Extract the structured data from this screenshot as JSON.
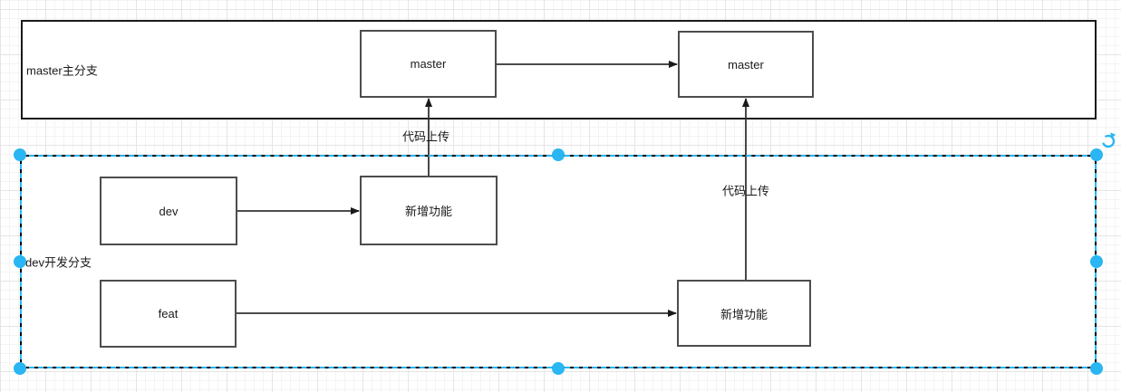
{
  "canvas": {
    "background": "#ffffff",
    "grid_minor_color": "#f4f4f4",
    "grid_major_color": "#e5e5e5"
  },
  "lanes": [
    {
      "label": "master主分支",
      "selected": false
    },
    {
      "label": "dev开发分支",
      "selected": true
    }
  ],
  "nodes": [
    {
      "label": "master"
    },
    {
      "label": "master"
    },
    {
      "label": "dev"
    },
    {
      "label": "新增功能"
    },
    {
      "label": "feat"
    },
    {
      "label": "新增功能"
    }
  ],
  "edges": [
    {
      "name": "master1-to-master2",
      "label": ""
    },
    {
      "name": "dev-to-feature-top",
      "label": ""
    },
    {
      "name": "feat-to-feature-bottom",
      "label": ""
    },
    {
      "name": "feature-top-to-master1",
      "label": "代码上传"
    },
    {
      "name": "feature-bottom-to-master2",
      "label": "代码上传"
    }
  ],
  "selection": {
    "color": "#29b6f2",
    "handle_count": 8
  },
  "diagram_colors": {
    "lane_border": "#1a1a1a",
    "node_border": "#4d4d4d",
    "edge": "#333333",
    "text": "#1a1a1a"
  }
}
